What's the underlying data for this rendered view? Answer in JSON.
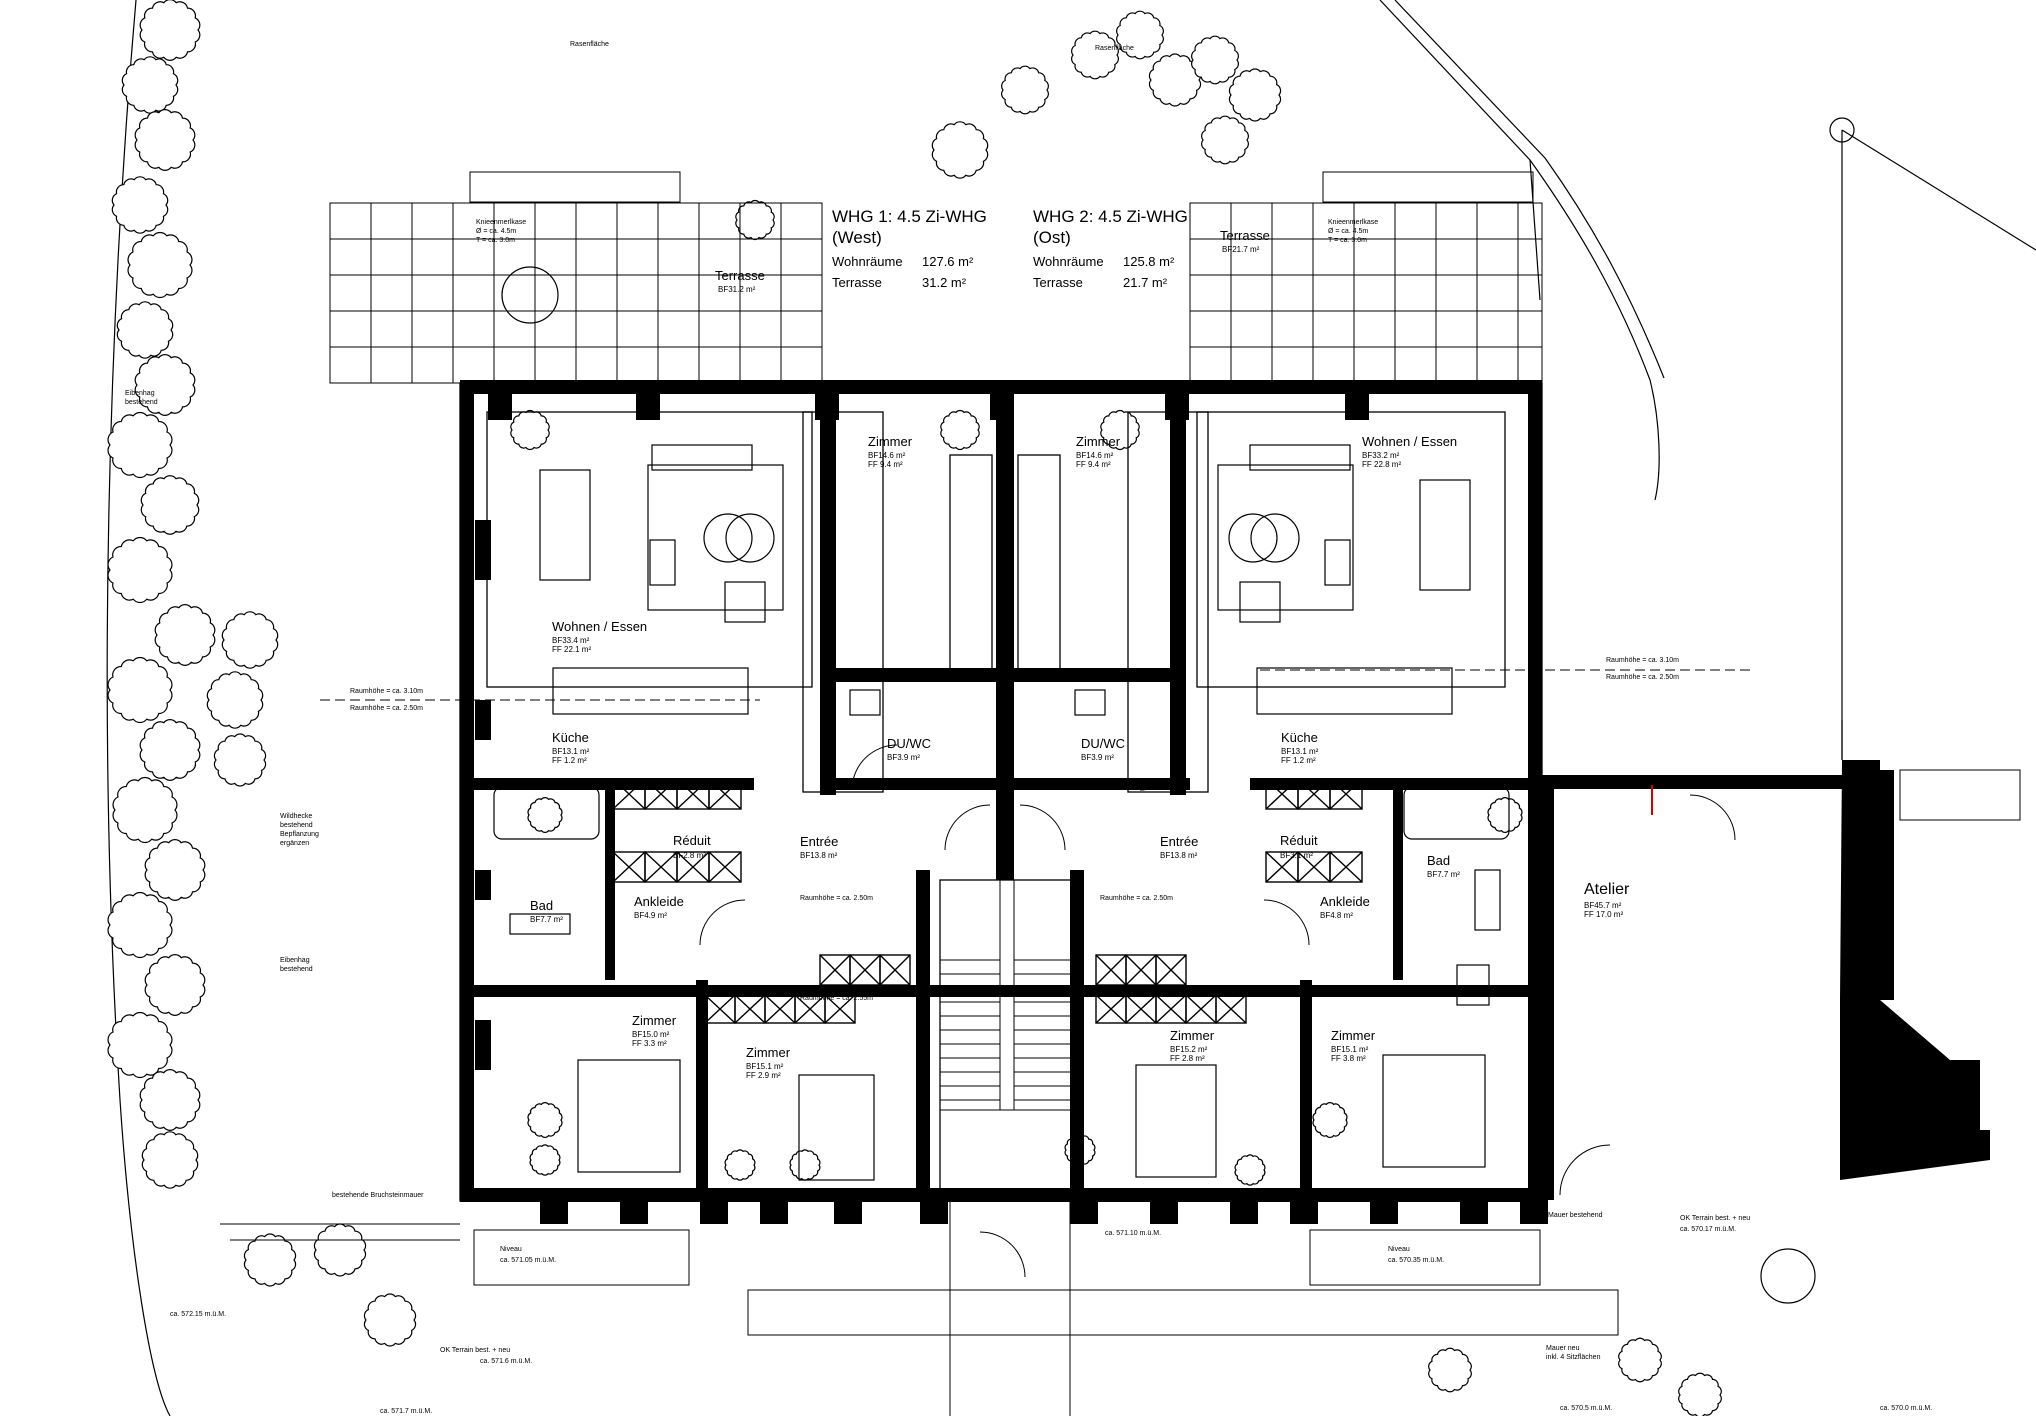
{
  "plan": {
    "top_labels": {
      "left": "Rasenfläche",
      "right": "Rasenfläche"
    },
    "summary": {
      "whg1_title": "WHG 1: 4.5 Zi-WHG",
      "whg1_sub": "(West)",
      "whg1_row1_label": "Wohnräume",
      "whg1_row1_value": "127.6 m²",
      "whg1_row2_label": "Terrasse",
      "whg1_row2_value": "31.2 m²",
      "whg2_title": "WHG 2: 4.5 Zi-WHG",
      "whg2_sub": "(Ost)",
      "whg2_row1_label": "Wohnräume",
      "whg2_row1_value": "125.8 m²",
      "whg2_row2_label": "Terrasse",
      "whg2_row2_value": "21.7 m²"
    },
    "terrace_west": {
      "name": "Terrasse",
      "area": "BF31.2 m²"
    },
    "terrace_east": {
      "name": "Terrasse",
      "area": "BF21.7 m²"
    },
    "tree_note_west": [
      "Knieenmerlkase",
      "Ø = ca. 4.5m",
      "T = ca. 3.0m"
    ],
    "tree_note_east": [
      "Knieenmerlkase",
      "Ø = ca. 4.5m",
      "T = ca. 3.0m"
    ],
    "rooms": {
      "wohnen_w": {
        "name": "Wohnen / Essen",
        "bf": "BF33.4 m²",
        "ff": "FF 22.1 m²"
      },
      "zimmer_nw": {
        "name": "Zimmer",
        "bf": "BF14.6 m²",
        "ff": "FF 9.4 m²"
      },
      "zimmer_ne": {
        "name": "Zimmer",
        "bf": "BF14.6 m²",
        "ff": "FF 9.4 m²"
      },
      "wohnen_e": {
        "name": "Wohnen / Essen",
        "bf": "BF33.2 m²",
        "ff": "FF 22.8 m²"
      },
      "kueche_w": {
        "name": "Küche",
        "bf": "BF13.1 m²",
        "ff": "FF 1.2 m²"
      },
      "kueche_e": {
        "name": "Küche",
        "bf": "BF13.1 m²",
        "ff": "FF 1.2 m²"
      },
      "duwc_w": {
        "name": "DU/WC",
        "bf": "BF3.9 m²"
      },
      "duwc_e": {
        "name": "DU/WC",
        "bf": "BF3.9 m²"
      },
      "reduit_w": {
        "name": "Réduit",
        "bf": "BF2.8 m²"
      },
      "reduit_e": {
        "name": "Réduit",
        "bf": "BF3.1 m²"
      },
      "entree_w": {
        "name": "Entrée",
        "bf": "BF13.8 m²"
      },
      "entree_e": {
        "name": "Entrée",
        "bf": "BF13.8 m²"
      },
      "bad_w": {
        "name": "Bad",
        "bf": "BF7.7 m²"
      },
      "bad_e": {
        "name": "Bad",
        "bf": "BF7.7 m²"
      },
      "ankleide_w": {
        "name": "Ankleide",
        "bf": "BF4.9 m²"
      },
      "ankleide_e": {
        "name": "Ankleide",
        "bf": "BF4.8 m²"
      },
      "zimmer_sw1": {
        "name": "Zimmer",
        "bf": "BF15.0 m²",
        "ff": "FF 3.3 m²"
      },
      "zimmer_sw2": {
        "name": "Zimmer",
        "bf": "BF15.1 m²",
        "ff": "FF 2.9 m²"
      },
      "zimmer_se1": {
        "name": "Zimmer",
        "bf": "BF15.2 m²",
        "ff": "FF 2.8 m²"
      },
      "zimmer_se2": {
        "name": "Zimmer",
        "bf": "BF15.1 m²",
        "ff": "FF 3.8 m²"
      },
      "atelier": {
        "name": "Atelier",
        "bf": "BF45.7 m²",
        "ff": "FF 17.0 m²"
      }
    },
    "notes": {
      "raumhoehe_w1": "Raumhöhe = ca. 3.10m",
      "raumhoehe_w2": "Raumhöhe = ca. 2.50m",
      "raumhoehe_e1": "Raumhöhe = ca. 3.10m",
      "raumhoehe_e2": "Raumhöhe = ca. 2.50m",
      "raumhoehe_c1": "Raumhöhe = ca. 2.50m",
      "raumhoehe_c2": "Raumhöhe = ca. 2.50m",
      "raumhoehe_c3": "Raumhöhe = ca. 2.55m",
      "hedge1": [
        "Eibenhag",
        "bestehend"
      ],
      "hedge2": [
        "Wildhecke",
        "bestehend",
        "Bepflanzung",
        "ergänzen"
      ],
      "hedge3": [
        "Eibenhag",
        "bestehend"
      ],
      "wall": "bestehende Bruchsteinmauer",
      "niveau_w": [
        "Niveau",
        "ca. 571.05 m.ü.M."
      ],
      "niveau_c": "ca. 571.10 m.ü.M.",
      "niveau_e": [
        "Niveau",
        "ca. 570.35 m.ü.M."
      ],
      "ok_terrain_e": [
        "OK Terrain best. + neu",
        "ca. 570.17 m.ü.M."
      ],
      "ok_terrain_w": [
        "OK Terrain best. + neu",
        "ca. 571.6 m.ü.M."
      ],
      "level_sw": "ca. 572.15 m.ü.M.",
      "level_bottom_left": "ca. 571.7 m.ü.M.",
      "level_bottom_right1": "ca. 570.5 m.ü.M.",
      "level_bottom_right2": "ca. 570.0 m.ü.M.",
      "mauer_bestand": "Mauer bestehend",
      "bottom_right_note": [
        "Mauer neu",
        "inkl. 4 Sitzflächen"
      ]
    }
  }
}
